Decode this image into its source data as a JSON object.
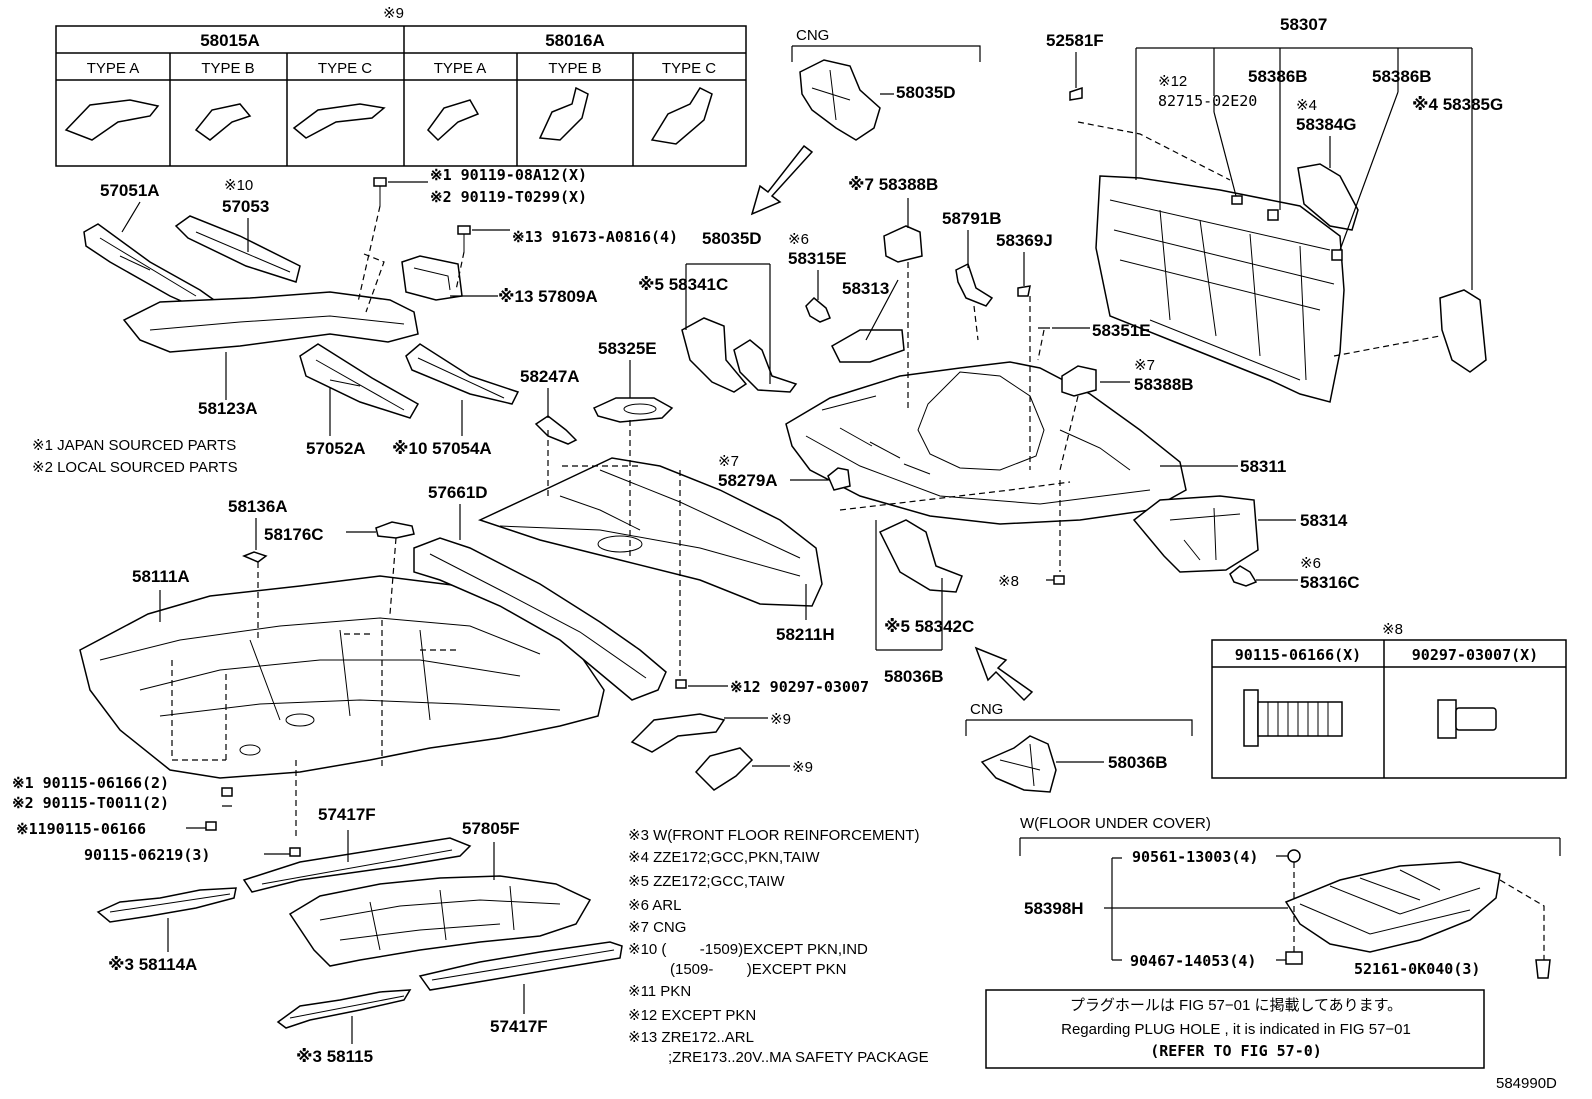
{
  "figure_id": "584990D",
  "table_top": {
    "note": "※9",
    "groups": [
      {
        "part": "58015A",
        "types": [
          "TYPE A",
          "TYPE B",
          "TYPE C"
        ]
      },
      {
        "part": "58016A",
        "types": [
          "TYPE A",
          "TYPE B",
          "TYPE C"
        ]
      }
    ]
  },
  "table_fasteners": {
    "note": "※8",
    "cols": [
      "90115-06166(X)",
      "90297-03007(X)"
    ]
  },
  "cng_top": "CNG",
  "cng_bottom": "CNG",
  "floor_cover_title": "W(FLOOR UNDER COVER)",
  "callouts": {
    "p58035D_top": "58035D",
    "p52581F": "52581F",
    "p58307": "58307",
    "n12_a": "※12",
    "p82715": "82715-02E20",
    "p58386B_1": "58386B",
    "p58386B_2": "58386B",
    "n4_a": "※4",
    "p58384G": "58384G",
    "p58385G": "※4 58385G",
    "p57051A": "57051A",
    "n10_a": "※10",
    "p57053": "57053",
    "f1": "※1 90119-08A12(X)",
    "f2": "※2 90119-T0299(X)",
    "f13": "※13 91673-A0816(4)",
    "p58035D_mid": "58035D",
    "p57809A": "※13 57809A",
    "p58388B_top": "※7 58388B",
    "p58791B": "58791B",
    "n6_a": "※6",
    "p58315E": "58315E",
    "p58369J": "58369J",
    "p58341C": "※5 58341C",
    "p58313": "58313",
    "p58351E": "58351E",
    "p58123A": "58123A",
    "p57052A": "57052A",
    "p57054A": "※10 57054A",
    "p58325E": "58325E",
    "p58247A": "58247A",
    "n7_b": "※7",
    "p58388B_mid": "58388B",
    "n7_c": "※7",
    "p58279A": "58279A",
    "p58311": "58311",
    "p58314": "58314",
    "n6_b": "※6",
    "p58316C": "58316C",
    "legend1": "※1 JAPAN SOURCED PARTS",
    "legend2": "※2 LOCAL SOURCED PARTS",
    "p58136A": "58136A",
    "p58176C": "58176C",
    "p57661D": "57661D",
    "p58111A": "58111A",
    "p58211H": "58211H",
    "n8_a": "※8",
    "p58342C": "※5 58342C",
    "p58036B_mid": "58036B",
    "f12": "※12 90297-03007",
    "n9_a": "※9",
    "n9_b": "※9",
    "p58036B_bot": "58036B",
    "f90115_1": "※1 90115-06166(2)",
    "f90115_2": "※2 90115-T0011(2)",
    "f90115_11": "※1190115-06166",
    "f90115_06219": "90115-06219(3)",
    "p57417F_top": "57417F",
    "p57805F": "57805F",
    "p58114A": "※3 58114A",
    "p58115": "※3 58115",
    "p57417F_bot": "57417F",
    "p58398H": "58398H",
    "f90561": "90561-13003(4)",
    "f90467": "90467-14053(4)",
    "f52161": "52161-0K040(3)"
  },
  "notes": [
    "※3 W(FRONT FLOOR REINFORCEMENT)",
    "※4 ZZE172;GCC,PKN,TAIW",
    "※5 ZZE172;GCC,TAIW",
    "※6 ARL",
    "※7 CNG",
    "※10 (        -1509)EXCEPT PKN,IND",
    "(1509-        )EXCEPT PKN",
    "※11 PKN",
    "※12 EXCEPT PKN",
    "※13 ZRE172..ARL",
    ";ZRE173..20V..MA SAFETY PACKAGE"
  ],
  "plug_note": {
    "line1": "プラグホールは FIG  57−01 に掲載してあります。",
    "line2": "Regarding  PLUG  HOLE , it is indicated in FIG  57−01",
    "line3": "(REFER TO FIG 57-0)"
  }
}
